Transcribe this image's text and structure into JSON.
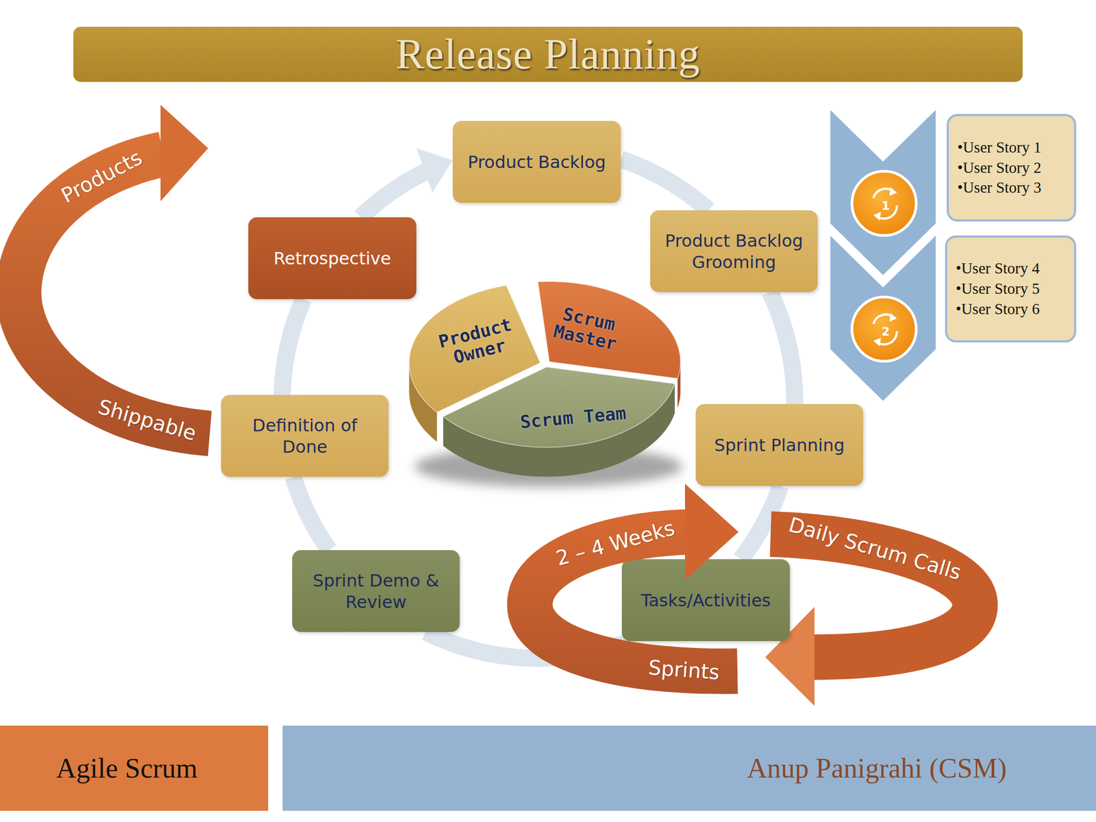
{
  "diagram": {
    "title": "Release Planning",
    "nodes": [
      {
        "text": [
          "Product Backlog"
        ]
      },
      {
        "text": [
          "Product Backlog Grooming"
        ]
      },
      {
        "text": [
          "1"
        ]
      },
      {
        "text": [
          "•User Story 1",
          "•User Story 2",
          "•User Story 3"
        ]
      },
      {
        "text": [
          "2"
        ]
      },
      {
        "text": [
          "•User Story 4",
          "•User Story 5",
          "•User Story 6"
        ]
      },
      {
        "text": [
          "Retrospective"
        ]
      },
      {
        "text": [
          "Product Owner"
        ]
      },
      {
        "text": [
          "Scrum Master"
        ]
      },
      {
        "text": [
          "Scrum Team"
        ]
      },
      {
        "text": [
          "Definition of Done"
        ]
      },
      {
        "text": [
          "Sprint Planning"
        ]
      },
      {
        "text": [
          "Sprint Demo & Review"
        ]
      },
      {
        "text": [
          "Tasks/Activities"
        ]
      },
      {
        "text": [
          "Agile Scrum"
        ]
      },
      {
        "text": [
          "Anup Panigrahi (CSM)"
        ]
      }
    ],
    "edges": [
      {
        "from": 0,
        "to": 1,
        "arrow": "none"
      },
      {
        "from": 1,
        "to": 11,
        "arrow": "none"
      },
      {
        "from": 11,
        "to": 13,
        "arrow": "none"
      },
      {
        "from": 13,
        "to": 12,
        "arrow": "none"
      },
      {
        "from": 12,
        "to": 10,
        "arrow": "none"
      },
      {
        "from": 10,
        "to": 6,
        "arrow": "none"
      },
      {
        "from": 6,
        "to": 0,
        "arrow": "to"
      }
    ],
    "labels": [
      "Products",
      "Shippable",
      "2 – 4 Weeks",
      "Daily Scrum Calls",
      "Sprints"
    ]
  }
}
